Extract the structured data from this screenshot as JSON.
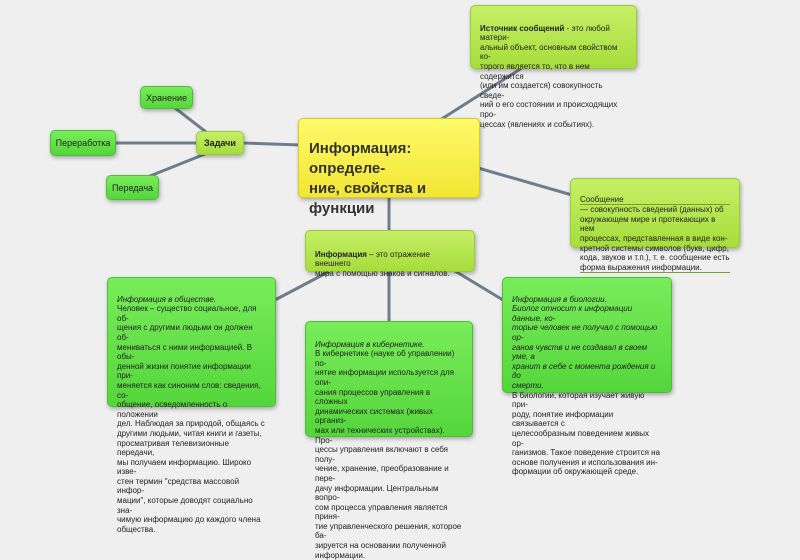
{
  "central": {
    "title": "Информация: определе-\nние, свойства и функции"
  },
  "tasks": {
    "label": "Задачи",
    "items": [
      "Хранение",
      "Переработка",
      "Передача"
    ]
  },
  "source": {
    "term": "Источник сообщений",
    "text": " - это любой матери-\nальный объект, основным свойством ко-\nторого является то, что в нем содержится\n(или им создается) совокупность сведе-\nний о его состоянии и происходящих про-\nцессах (явлениях и событиях)."
  },
  "message": {
    "title": "Сообщение",
    "text": " — совокупность сведений (данных) об\nокружающем мире и протекающих в нем\nпроцессах, представленная в виде кон-\nкретной системы символов (букв, цифр,\nкода, звуков и т.п.), т. е. сообщение есть\nформа выражения информации."
  },
  "definition": {
    "term": "Информация",
    "text": " – это отражение внешнего\nмира с помощью знаков и сигналов."
  },
  "society": {
    "title": "Информация в обществе.",
    "text": "Человек – существо социальное,  для об-\nщения с другими людьми он должен об-\nмениваться с ними информацией. В обы-\nденной жизни понятие информации при-\nменяется как синоним слов: сведения, со-\nобщение, осведомленность о положении\nдел. Наблюдая за природой, общаясь с\nдругими людьми, читая книги и газеты,\nпросматривая телевизионные передачи,\nмы получаем информацию. Широко изве-\nстен термин \"средства массовой инфор-\nмации\", которые доводят социально зна-\nчимую информацию до каждого члена\nобщества."
  },
  "cybernetics": {
    "title": "Информация в кибернетике.",
    "text": "В кибернетике (науке об управлении) по-\nнятие информации используется для опи-\nсания процессов управления в сложных\nдинамических системах (живых организ-\nмах или технических устройствах). Про-\nцессы управления включают в себя полу-\nчение, хранение, преобразование и пере-\nдачу информации. Центральным вопро-\nсом процесса управления является приня-\nтие управленческого решения, которое ба-\nзируется на основании полученной\nинформации."
  },
  "biology": {
    "title": "Информация в биологии.",
    "italic": "Биолог относит к информации данные, ко-\nторые человек не получал с помощью ор-\nганов чувств и не создавал в своем уме, а\nхранит в себе с момента рождения и до\nсмерти.",
    "text": "В биологии, которая изучает живую при-\nроду, понятие информации связывается с\nцелесообразным поведением живых ор-\nганизмов. Такое поведение строится на\nоснове получения и использования ин-\nформации об окружающей среде."
  },
  "colors": {
    "lime": "#b5e650",
    "green": "#62e046",
    "yellow": "#f8f04a",
    "link": "#6e7d8c"
  }
}
